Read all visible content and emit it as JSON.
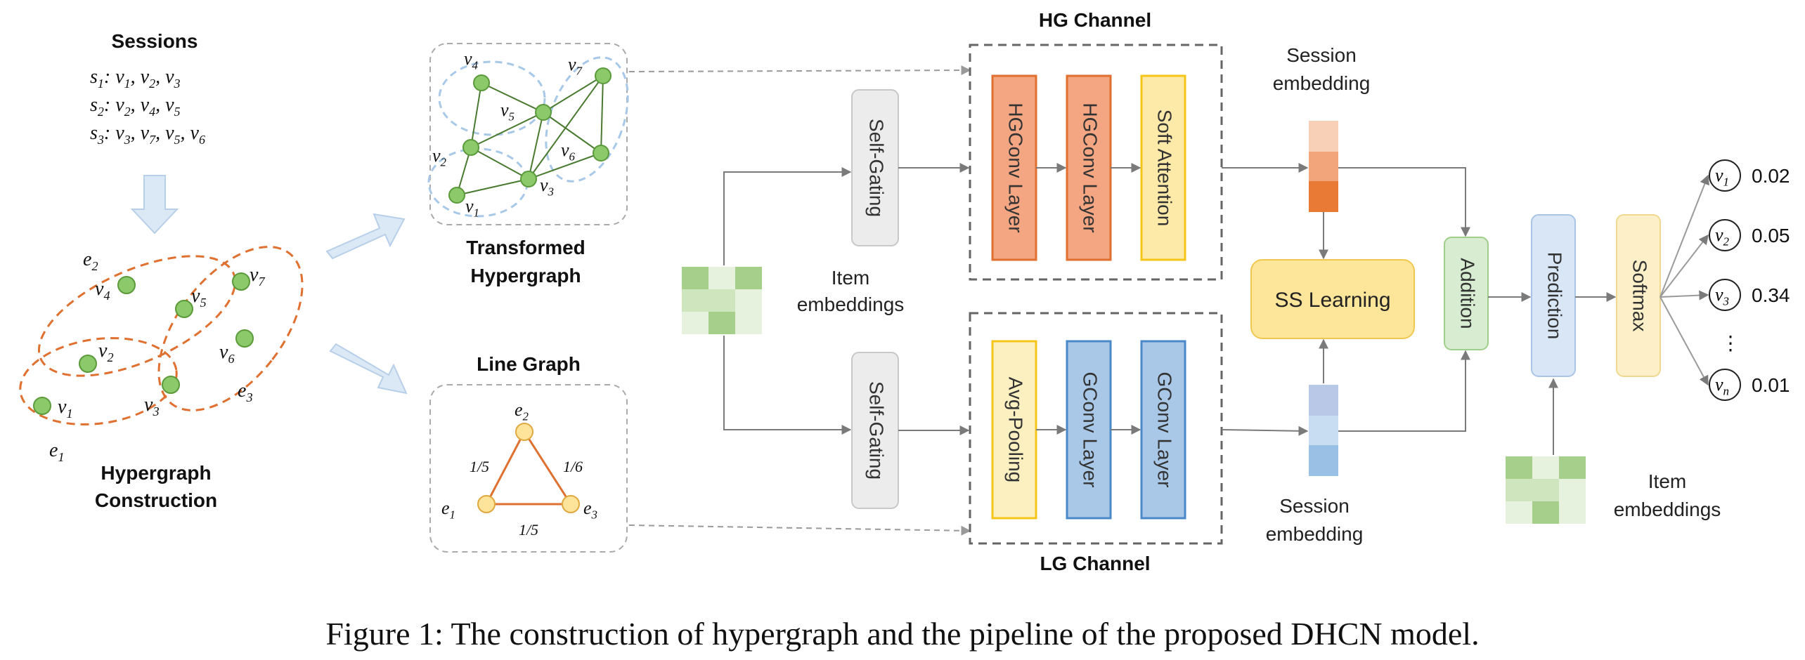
{
  "sessions": {
    "title": "Sessions",
    "lines": [
      [
        "s",
        "1",
        ": v",
        "1",
        ", v",
        "2",
        ", v",
        "3"
      ],
      [
        "s",
        "2",
        ": v",
        "2",
        ", v",
        "4",
        ", v",
        "5"
      ],
      [
        "s",
        "3",
        ": v",
        "3",
        ", v",
        "7",
        ", v",
        "5",
        ", v",
        "6"
      ]
    ]
  },
  "hypergraph": {
    "title_line1": "Hypergraph",
    "title_line2": "Construction",
    "edges": [
      "e",
      "e",
      "e"
    ],
    "edge_subs": [
      "1",
      "2",
      "3"
    ],
    "nodes": [
      "v",
      "v",
      "v",
      "v",
      "v",
      "v",
      "v"
    ],
    "node_subs": [
      "1",
      "2",
      "3",
      "4",
      "5",
      "6",
      "7"
    ]
  },
  "transformed": {
    "title_line1": "Transformed",
    "title_line2": "Hypergraph"
  },
  "line_graph": {
    "title": "Line Graph",
    "weights": [
      "1/5",
      "1/6",
      "1/5"
    ]
  },
  "item_embeddings_label_1": [
    "Item",
    "embeddings"
  ],
  "item_embeddings_label_2": [
    "Item",
    "embeddings"
  ],
  "self_gating_top": "Self-Gating",
  "self_gating_bottom": "Self-Gating",
  "hg_channel": {
    "title": "HG Channel",
    "blocks": [
      "HGConv Layer",
      "HGConv Layer",
      "Soft Attention"
    ]
  },
  "lg_channel": {
    "title": "LG Channel",
    "blocks": [
      "Avg-Pooling",
      "GConv Layer",
      "GConv Layer"
    ]
  },
  "session_embedding_top": [
    "Session",
    "embedding"
  ],
  "session_embedding_bottom": [
    "Session",
    "embedding"
  ],
  "ss_learning": "SS Learning",
  "addition": "Addition",
  "prediction": "Prediction",
  "softmax": "Softmax",
  "outputs": [
    {
      "label": "v",
      "sub": "1",
      "score": "0.02"
    },
    {
      "label": "v",
      "sub": "2",
      "score": "0.05"
    },
    {
      "label": "v",
      "sub": "3",
      "score": "0.34"
    },
    {
      "label": "v",
      "sub": "n",
      "score": "0.01"
    }
  ],
  "output_ellipsis": "⋮",
  "caption": "Figure 1: The construction of hypergraph and the pipeline of the proposed DHCN model.",
  "colors": {
    "hg_block": "#f4a582",
    "hg_block_border": "#e07030",
    "attention": "#fde9a8",
    "attention_border": "#f5c518",
    "lg_block": "#a9c8e8",
    "lg_block_border": "#4a88c7",
    "avg_pool": "#fdf0c0",
    "node_green": "#8cc96a",
    "node_yellow": "#fde49a",
    "edge_orange": "#e07030",
    "arrow": "#7a7a7a",
    "gray_box": "#ececec",
    "addition": "#d7ecd0",
    "prediction": "#d9e6f6",
    "softmax": "#fdf0c8",
    "ss_learning": "#fde59a"
  }
}
